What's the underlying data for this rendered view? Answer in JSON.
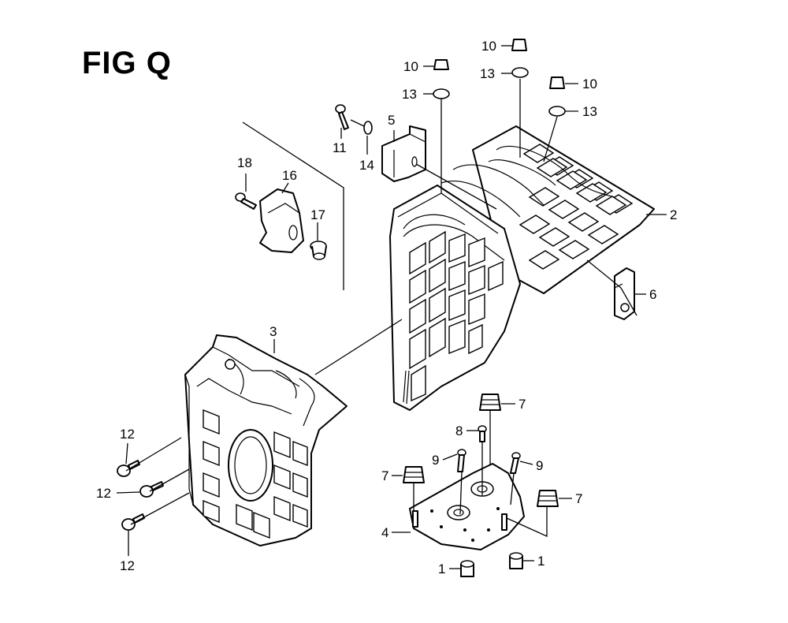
{
  "figure": {
    "title": "FIG Q"
  },
  "callouts": [
    {
      "id": "c1a",
      "label": "1"
    },
    {
      "id": "c1b",
      "label": "1"
    },
    {
      "id": "c2",
      "label": "2"
    },
    {
      "id": "c3",
      "label": "3"
    },
    {
      "id": "c4",
      "label": "4"
    },
    {
      "id": "c5",
      "label": "5"
    },
    {
      "id": "c6",
      "label": "6"
    },
    {
      "id": "c7a",
      "label": "7"
    },
    {
      "id": "c7b",
      "label": "7"
    },
    {
      "id": "c7c",
      "label": "7"
    },
    {
      "id": "c8",
      "label": "8"
    },
    {
      "id": "c9a",
      "label": "9"
    },
    {
      "id": "c9b",
      "label": "9"
    },
    {
      "id": "c10a",
      "label": "10"
    },
    {
      "id": "c10b",
      "label": "10"
    },
    {
      "id": "c10c",
      "label": "10"
    },
    {
      "id": "c11",
      "label": "11"
    },
    {
      "id": "c12a",
      "label": "12"
    },
    {
      "id": "c12b",
      "label": "12"
    },
    {
      "id": "c12c",
      "label": "12"
    },
    {
      "id": "c13a",
      "label": "13"
    },
    {
      "id": "c13b",
      "label": "13"
    },
    {
      "id": "c13c",
      "label": "13"
    },
    {
      "id": "c14",
      "label": "14"
    },
    {
      "id": "c16",
      "label": "16"
    },
    {
      "id": "c17",
      "label": "17"
    },
    {
      "id": "c18",
      "label": "18"
    }
  ]
}
